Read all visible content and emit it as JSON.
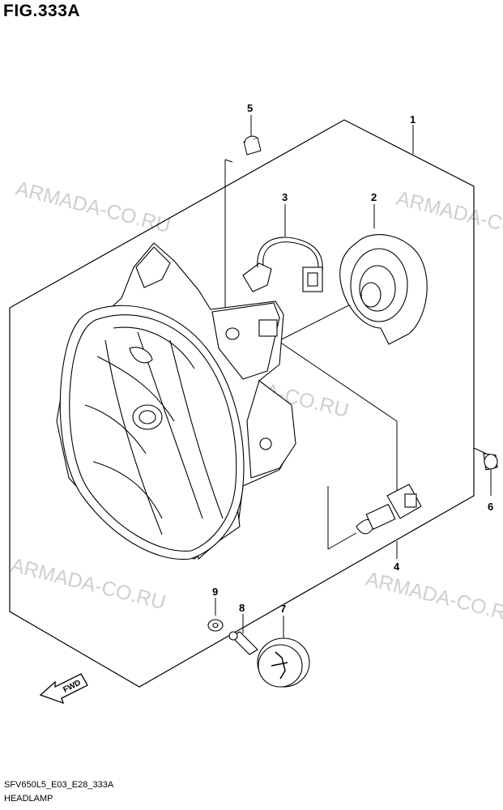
{
  "figure": {
    "title": "FIG.333A",
    "code": "SFV650L5_E03_E28_333A",
    "name": "HEADLAMP"
  },
  "watermark": "ARMADA-CO.RU",
  "callouts": [
    "1",
    "2",
    "3",
    "4",
    "5",
    "6",
    "7",
    "8",
    "9"
  ],
  "fwd_label": "FWD"
}
